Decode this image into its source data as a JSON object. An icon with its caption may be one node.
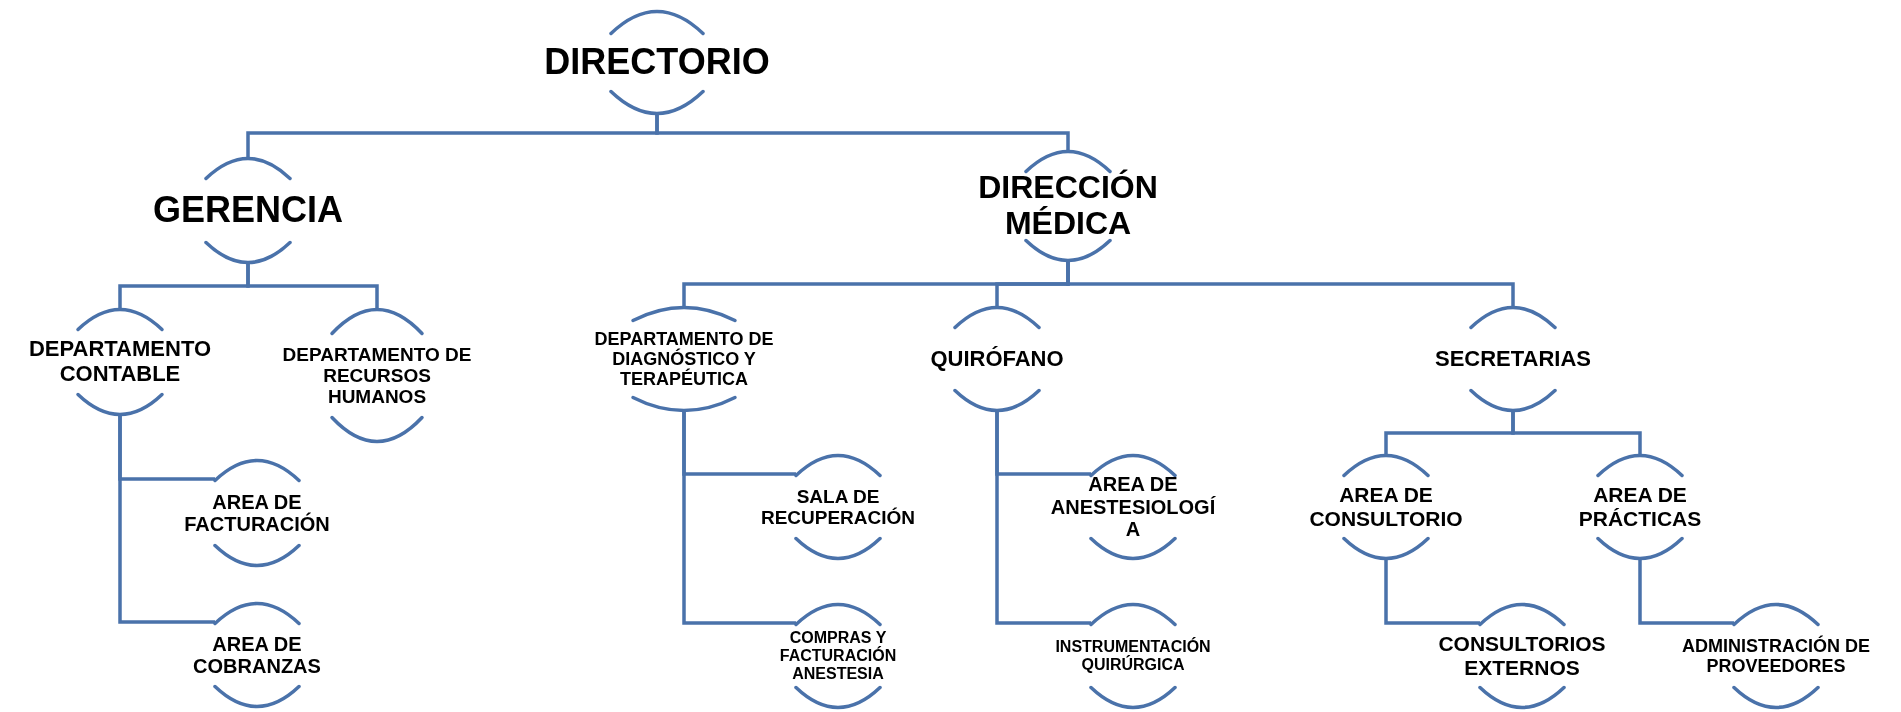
{
  "diagram": {
    "nodes": [
      {
        "text": [
          "DIRECTORIO"
        ]
      },
      {
        "text": [
          "GERENCIA"
        ]
      },
      {
        "text": [
          "DIRECCIÓN MÉDICA"
        ]
      },
      {
        "text": [
          "DEPARTAMENTO CONTABLE"
        ]
      },
      {
        "text": [
          "DEPARTAMENTO DE RECURSOS HUMANOS"
        ]
      },
      {
        "text": [
          "AREA DE FACTURACIÓN"
        ]
      },
      {
        "text": [
          "AREA DE COBRANZAS"
        ]
      },
      {
        "text": [
          "DEPARTAMENTO DE DIAGNÓSTICO Y TERAPÉUTICA"
        ]
      },
      {
        "text": [
          "SALA DE RECUPERACIÓN"
        ]
      },
      {
        "text": [
          "COMPRAS Y FACTURACIÓN ANESTESIA"
        ]
      },
      {
        "text": [
          "QUIRÓFANO"
        ]
      },
      {
        "text": [
          "AREA DE ANESTESIOLOGÍ A"
        ]
      },
      {
        "text": [
          "INSTRUMENTACIÓN QUIRÚRGICA"
        ]
      },
      {
        "text": [
          "SECRETARIAS"
        ]
      },
      {
        "text": [
          "AREA DE CONSULTORIO"
        ]
      },
      {
        "text": [
          "AREA DE PRÁCTICAS"
        ]
      },
      {
        "text": [
          "CONSULTORIOS EXTERNOS"
        ]
      },
      {
        "text": [
          "ADMINISTRACIÓN DE PROVEEDORES"
        ]
      }
    ],
    "edges": [
      {
        "from": 0,
        "to": 1,
        "arrow": "none"
      },
      {
        "from": 0,
        "to": 2,
        "arrow": "none"
      },
      {
        "from": 1,
        "to": 3,
        "arrow": "none"
      },
      {
        "from": 1,
        "to": 4,
        "arrow": "none"
      },
      {
        "from": 3,
        "to": 5,
        "arrow": "none"
      },
      {
        "from": 3,
        "to": 6,
        "arrow": "none"
      },
      {
        "from": 2,
        "to": 7,
        "arrow": "none"
      },
      {
        "from": 2,
        "to": 10,
        "arrow": "none"
      },
      {
        "from": 2,
        "to": 13,
        "arrow": "none"
      },
      {
        "from": 7,
        "to": 8,
        "arrow": "none"
      },
      {
        "from": 7,
        "to": 9,
        "arrow": "none"
      },
      {
        "from": 10,
        "to": 11,
        "arrow": "none"
      },
      {
        "from": 10,
        "to": 12,
        "arrow": "none"
      },
      {
        "from": 13,
        "to": 14,
        "arrow": "none"
      },
      {
        "from": 13,
        "to": 15,
        "arrow": "none"
      },
      {
        "from": 14,
        "to": 16,
        "arrow": "none"
      },
      {
        "from": 15,
        "to": 17,
        "arrow": "none"
      }
    ]
  }
}
